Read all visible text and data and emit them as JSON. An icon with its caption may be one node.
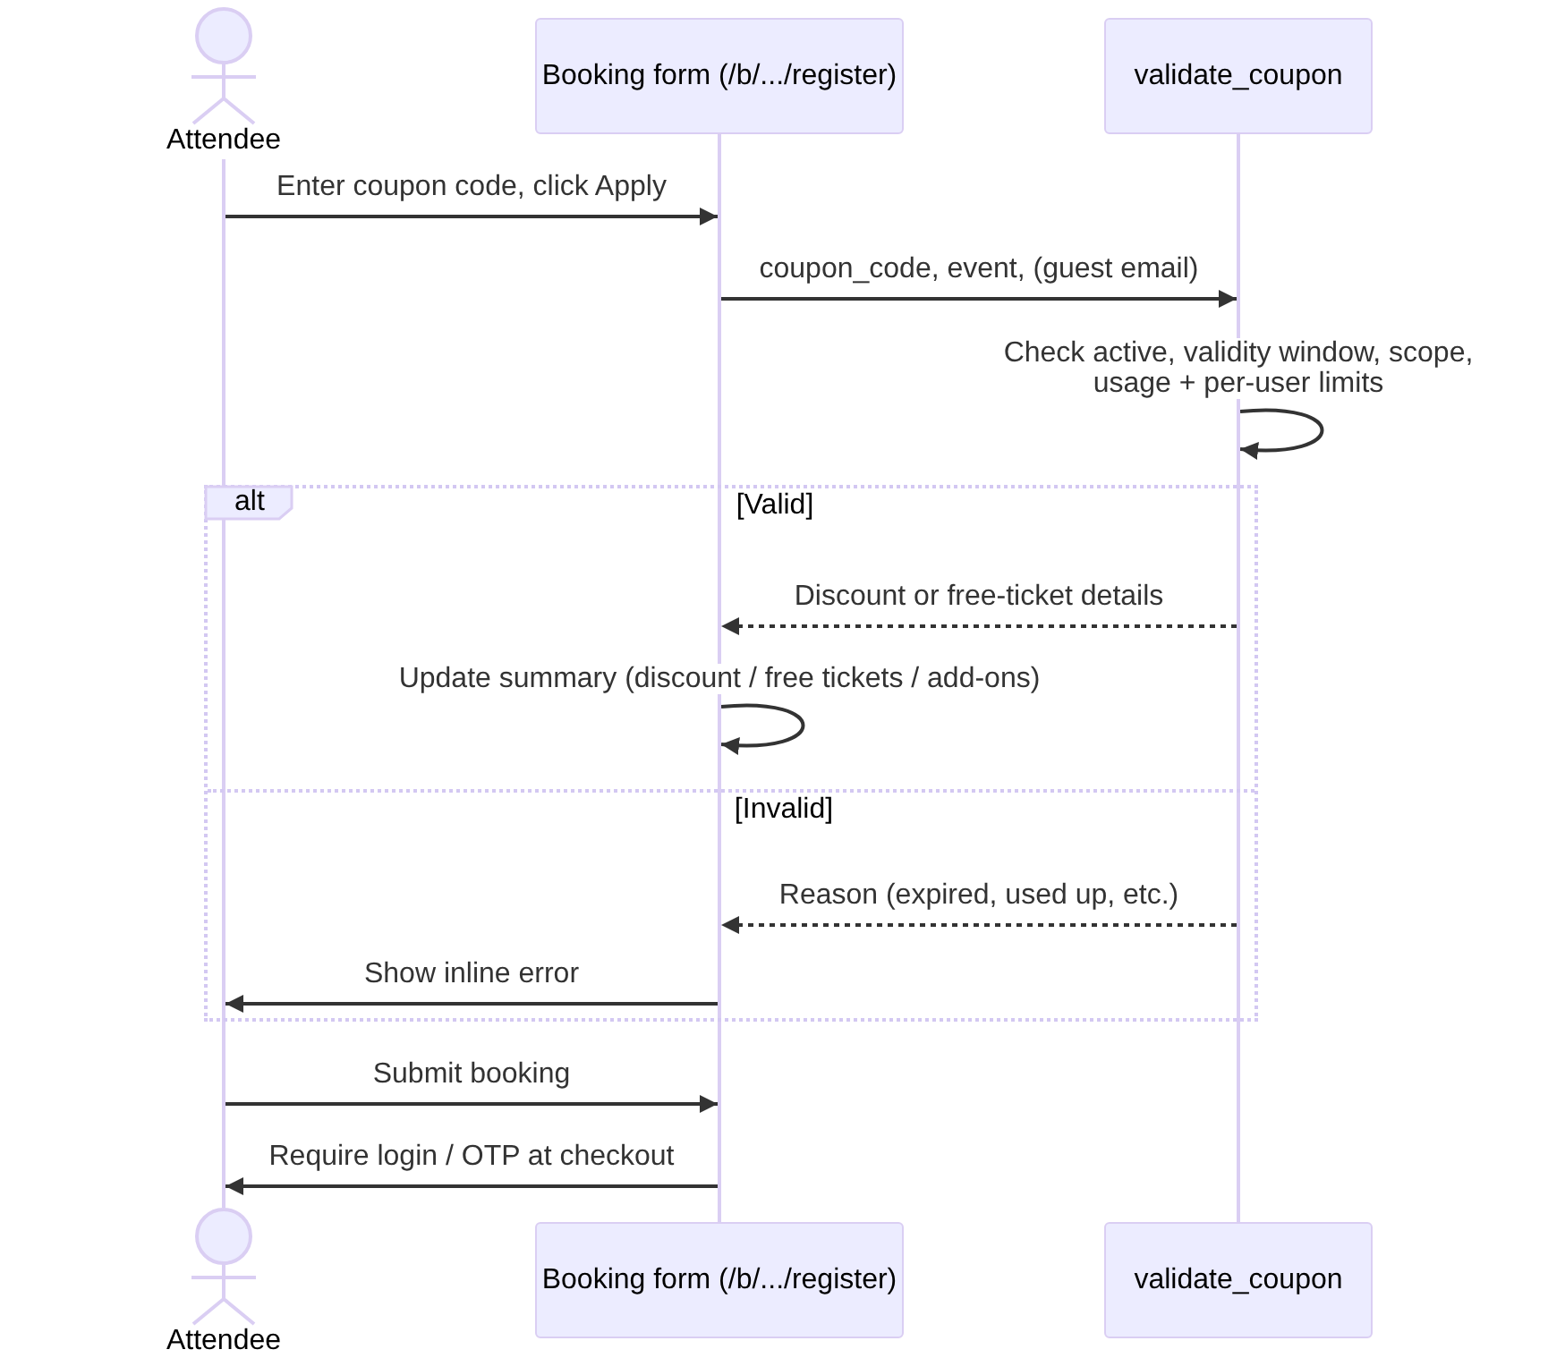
{
  "diagram": {
    "nodes": [
      {
        "text": [
          "Attendee"
        ]
      },
      {
        "text": [
          "Booking form (/b/.../register)"
        ]
      },
      {
        "text": [
          "validate_coupon"
        ]
      },
      {
        "text": [],
        "shape": "line"
      },
      {
        "text": [],
        "shape": "line"
      },
      {
        "text": [],
        "shape": "line"
      },
      {
        "text": [
          "alt"
        ]
      },
      {
        "text": [
          "Attendee"
        ]
      },
      {
        "text": [
          "Booking form (/b/.../register)"
        ]
      },
      {
        "text": [
          "validate_coupon"
        ]
      }
    ],
    "edges": [
      {
        "from": 3,
        "to": 4,
        "arrow": "to",
        "label": "Enter coupon code, click Apply"
      },
      {
        "from": 4,
        "to": 5,
        "arrow": "to",
        "label": "coupon_code, event, (guest email)"
      },
      {
        "from": 5,
        "to": 5,
        "arrow": "to",
        "label": "Check active, validity window, scope, usage + per-user limits"
      },
      {
        "from": 5,
        "to": 4,
        "arrow": "to",
        "label": "Discount or free-ticket details",
        "style": "dashed"
      },
      {
        "from": 4,
        "to": 4,
        "arrow": "to",
        "label": "Update summary (discount / free tickets / add-ons)"
      },
      {
        "from": 5,
        "to": 4,
        "arrow": "to",
        "label": "Reason (expired, used up, etc.)",
        "style": "dashed"
      },
      {
        "from": 4,
        "to": 3,
        "arrow": "to",
        "label": "Show inline error"
      },
      {
        "from": 3,
        "to": 4,
        "arrow": "to",
        "label": "Submit booking"
      },
      {
        "from": 4,
        "to": 3,
        "arrow": "to",
        "label": "Require login / OTP at checkout"
      }
    ],
    "labels": [
      "[Valid]",
      "[Invalid]"
    ]
  }
}
